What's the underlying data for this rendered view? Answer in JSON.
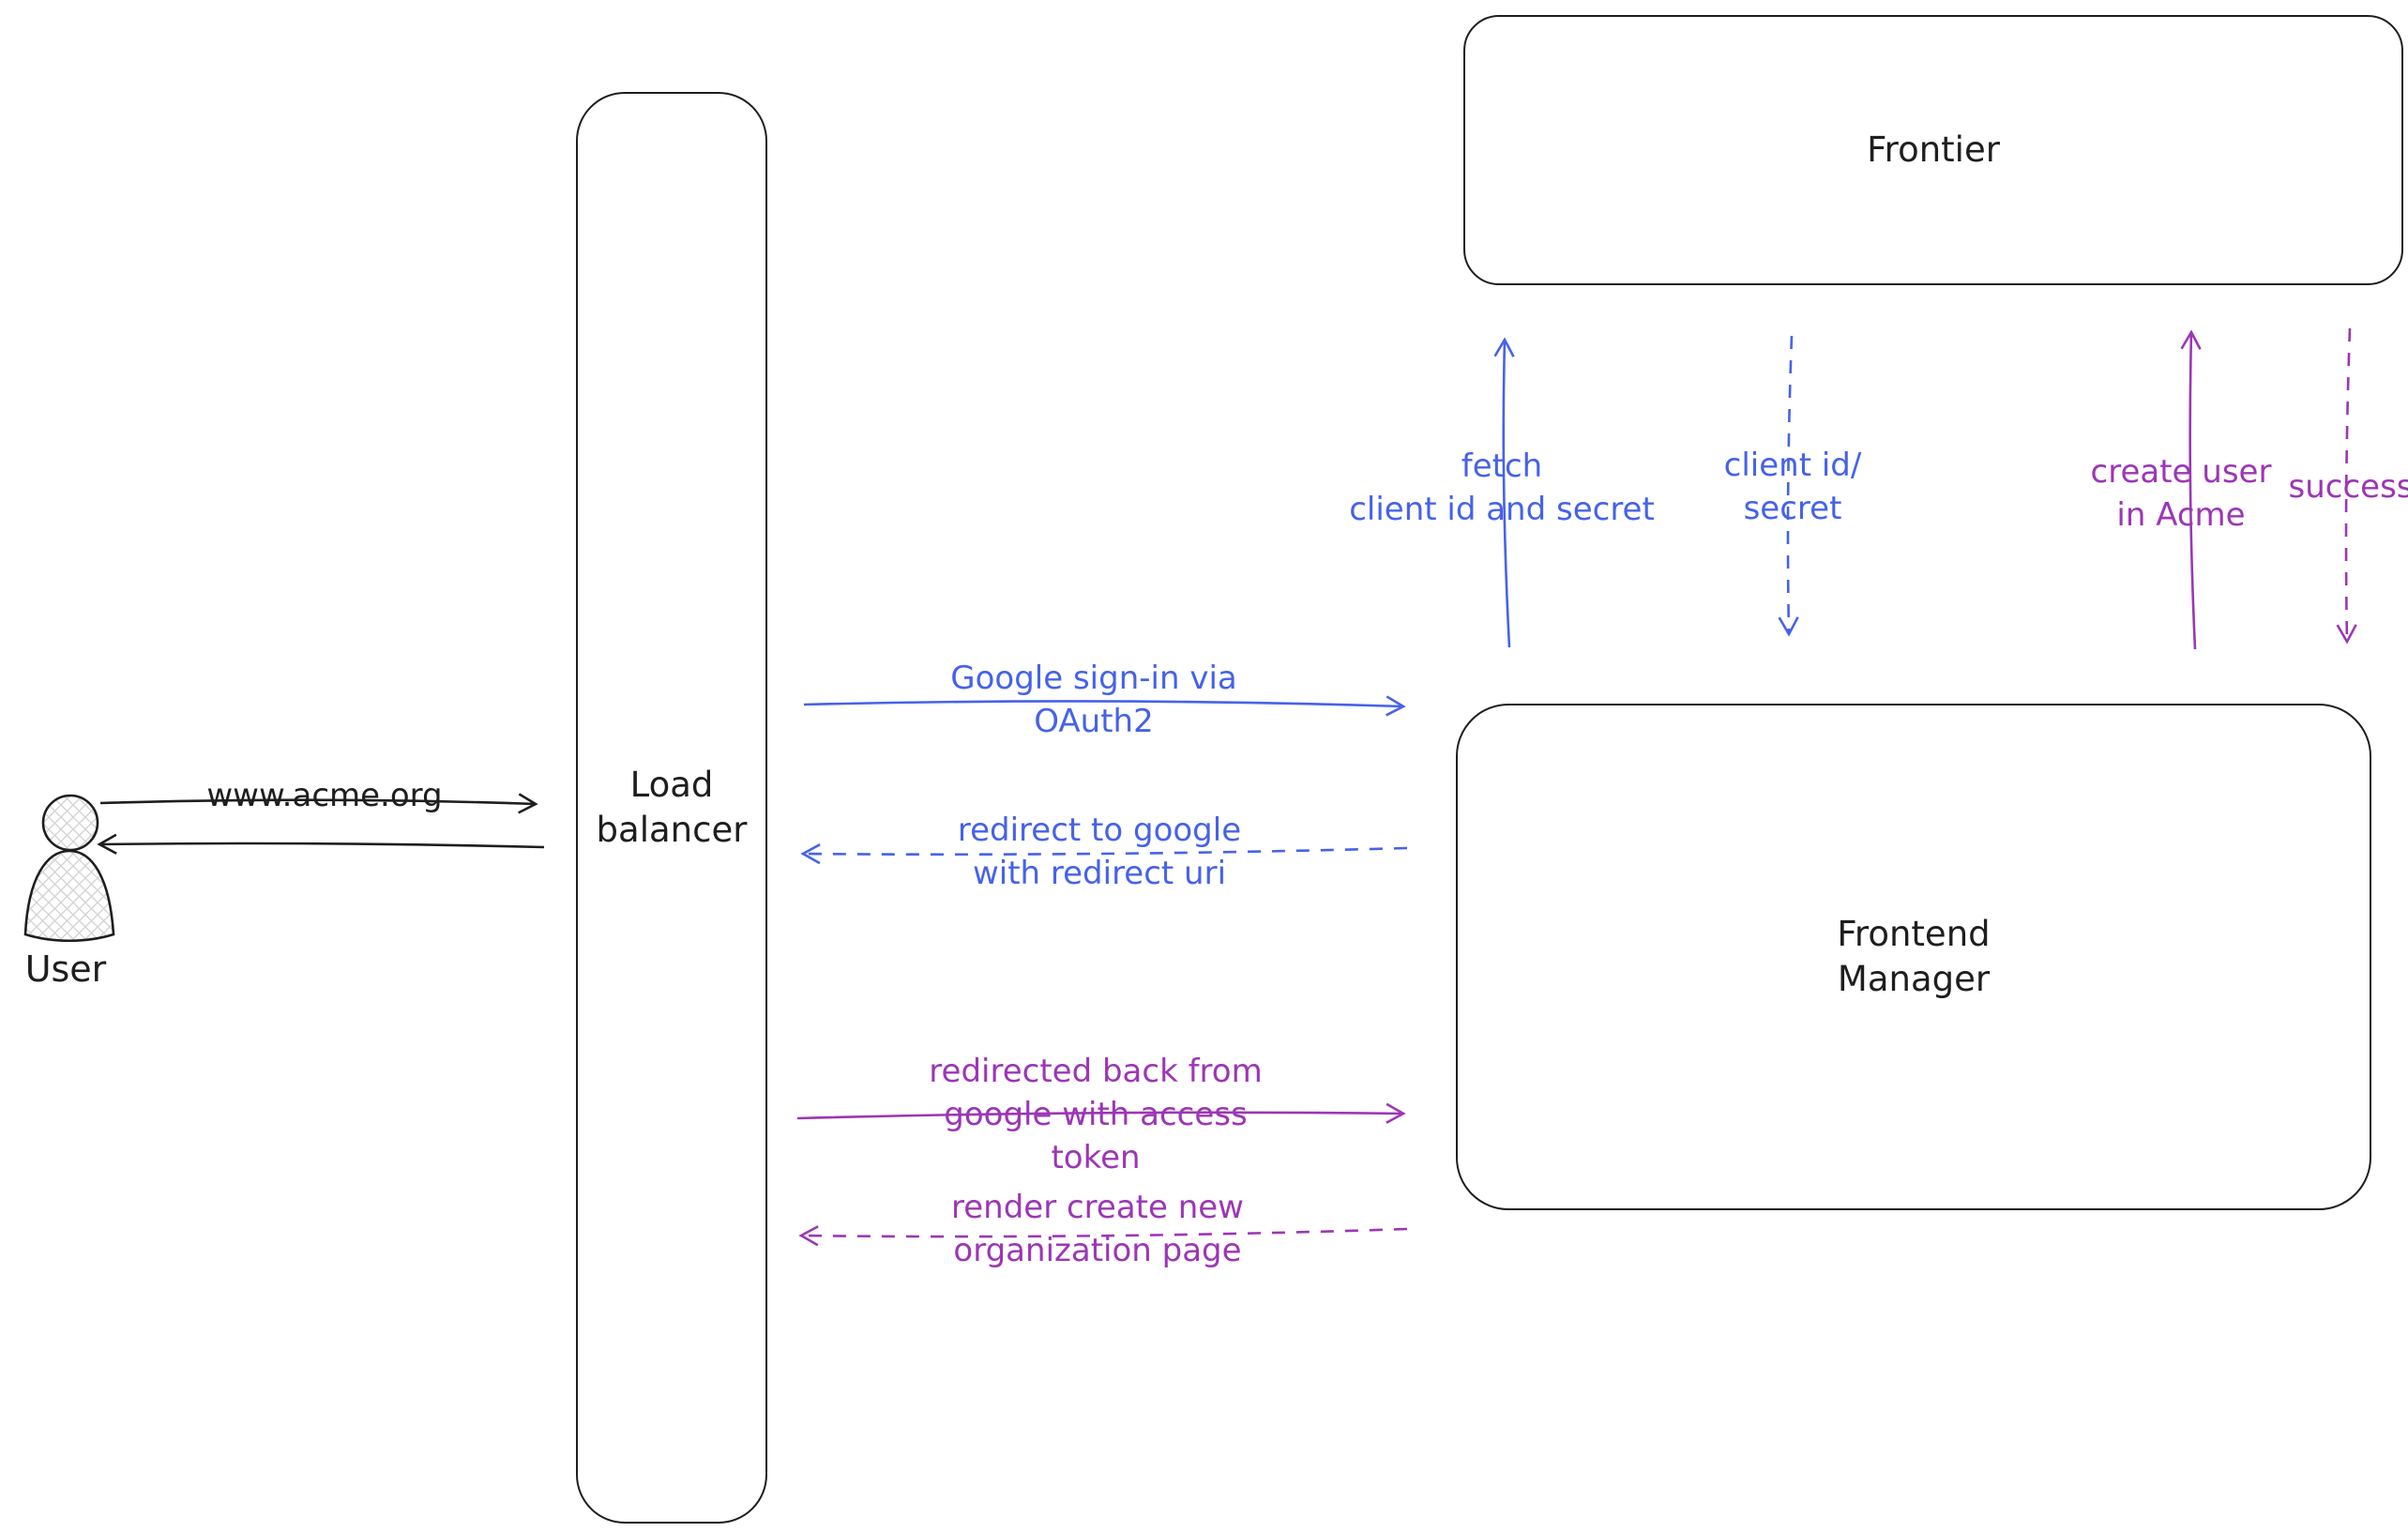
{
  "colors": {
    "ink": "#1e1e1e",
    "blue": "#4662e9",
    "purple": "#9c36b5",
    "background": "#ffffff"
  },
  "nodes": {
    "user": {
      "label": "User",
      "type": "actor"
    },
    "load_balancer": {
      "label": "Load\nbalancer",
      "type": "box"
    },
    "frontier": {
      "label": "Frontier",
      "type": "box"
    },
    "frontend_manager": {
      "label": "Frontend\nManager",
      "type": "box"
    }
  },
  "edges": {
    "www_acme": {
      "label": "www.acme.org",
      "from": "user",
      "to": "load_balancer",
      "style": "solid",
      "color": "ink"
    },
    "return_to_user": {
      "label": "",
      "from": "load_balancer",
      "to": "user",
      "style": "solid",
      "color": "ink"
    },
    "google_sign_in": {
      "label": "Google sign-in via\nOAuth2",
      "from": "load_balancer",
      "to": "frontend_manager",
      "style": "solid",
      "color": "blue"
    },
    "redirect_to_google": {
      "label": "redirect to google\nwith redirect uri",
      "from": "frontend_manager",
      "to": "load_balancer",
      "style": "dashed",
      "color": "blue"
    },
    "redirected_back": {
      "label": "redirected back from\ngoogle with access\ntoken",
      "from": "load_balancer",
      "to": "frontend_manager",
      "style": "solid",
      "color": "purple"
    },
    "render_create_org": {
      "label": "render create new\norganization page",
      "from": "frontend_manager",
      "to": "load_balancer",
      "style": "dashed",
      "color": "purple"
    },
    "fetch_client_id": {
      "label": "fetch\nclient id and secret",
      "from": "frontend_manager",
      "to": "frontier",
      "style": "solid",
      "color": "blue"
    },
    "client_id_secret": {
      "label": "client id/\nsecret",
      "from": "frontier",
      "to": "frontend_manager",
      "style": "dashed",
      "color": "blue"
    },
    "create_user": {
      "label": "create user\nin Acme",
      "from": "frontend_manager",
      "to": "frontier",
      "style": "solid",
      "color": "purple"
    },
    "success": {
      "label": "success",
      "from": "frontier",
      "to": "frontend_manager",
      "style": "dashed",
      "color": "purple"
    }
  }
}
